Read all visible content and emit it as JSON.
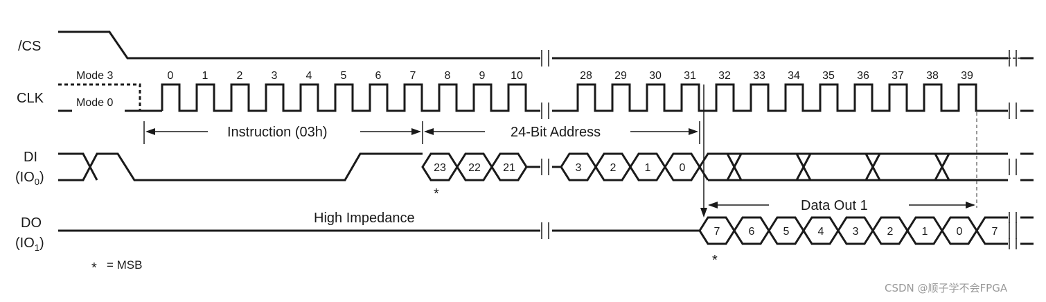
{
  "signals": {
    "cs": "/CS",
    "clk": "CLK",
    "di": "DI",
    "di_sub": "(IO",
    "di_sub_idx": "0",
    "di_sub_close": ")",
    "do": "DO",
    "do_sub": "(IO",
    "do_sub_idx": "1",
    "do_sub_close": ")"
  },
  "modes": {
    "mode3": "Mode 3",
    "mode0": "Mode 0"
  },
  "clock_numbers": [
    "0",
    "1",
    "2",
    "3",
    "4",
    "5",
    "6",
    "7",
    "8",
    "9",
    "10",
    "28",
    "29",
    "30",
    "31",
    "32",
    "33",
    "34",
    "35",
    "36",
    "37",
    "38",
    "39"
  ],
  "spans": {
    "instruction": "Instruction (03h)",
    "address": "24-Bit Address",
    "data_out": "Data Out 1",
    "high_impedance": "High Impedance"
  },
  "di_bits": [
    "23",
    "22",
    "21",
    "3",
    "2",
    "1",
    "0"
  ],
  "do_bits": [
    "7",
    "6",
    "5",
    "4",
    "3",
    "2",
    "1",
    "0",
    "7"
  ],
  "markers": {
    "msb_star": "*"
  },
  "legend": {
    "star": "*",
    "text": "= MSB"
  },
  "watermark": "CSDN @顺子学不会FPGA"
}
